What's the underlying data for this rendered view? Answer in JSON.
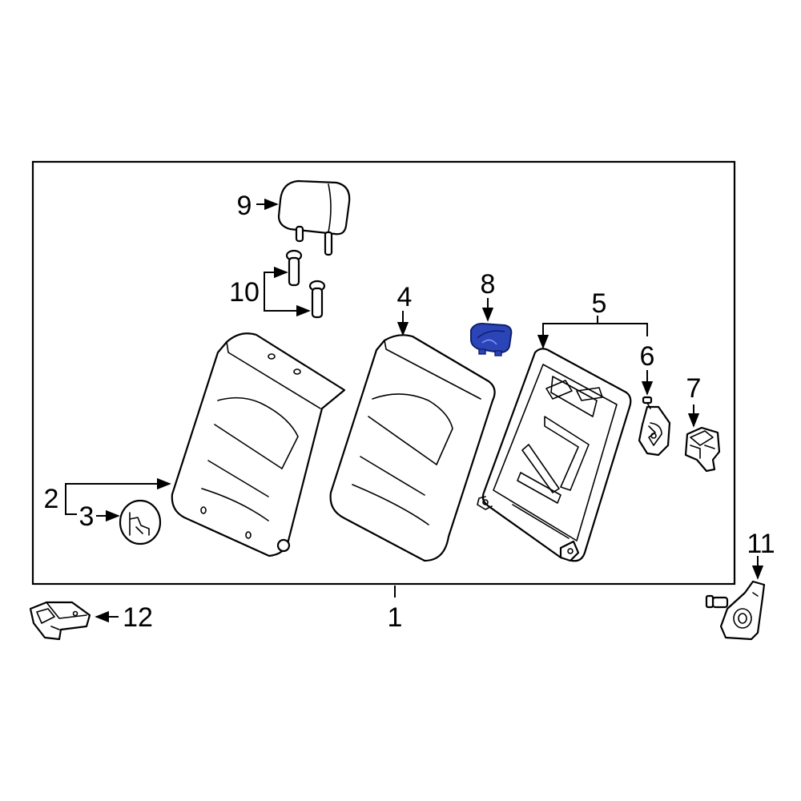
{
  "diagram": {
    "callouts": [
      {
        "id": "1",
        "label": "1"
      },
      {
        "id": "2",
        "label": "2"
      },
      {
        "id": "3",
        "label": "3"
      },
      {
        "id": "4",
        "label": "4"
      },
      {
        "id": "5",
        "label": "5"
      },
      {
        "id": "6",
        "label": "6"
      },
      {
        "id": "7",
        "label": "7"
      },
      {
        "id": "8",
        "label": "8"
      },
      {
        "id": "9",
        "label": "9"
      },
      {
        "id": "10",
        "label": "10"
      },
      {
        "id": "11",
        "label": "11"
      },
      {
        "id": "12",
        "label": "12"
      }
    ],
    "highlighted_part": "8",
    "colors": {
      "highlight_fill": "#2b45b8",
      "highlight_stroke": "#10206b",
      "line": "#000000",
      "background": "#ffffff"
    }
  }
}
